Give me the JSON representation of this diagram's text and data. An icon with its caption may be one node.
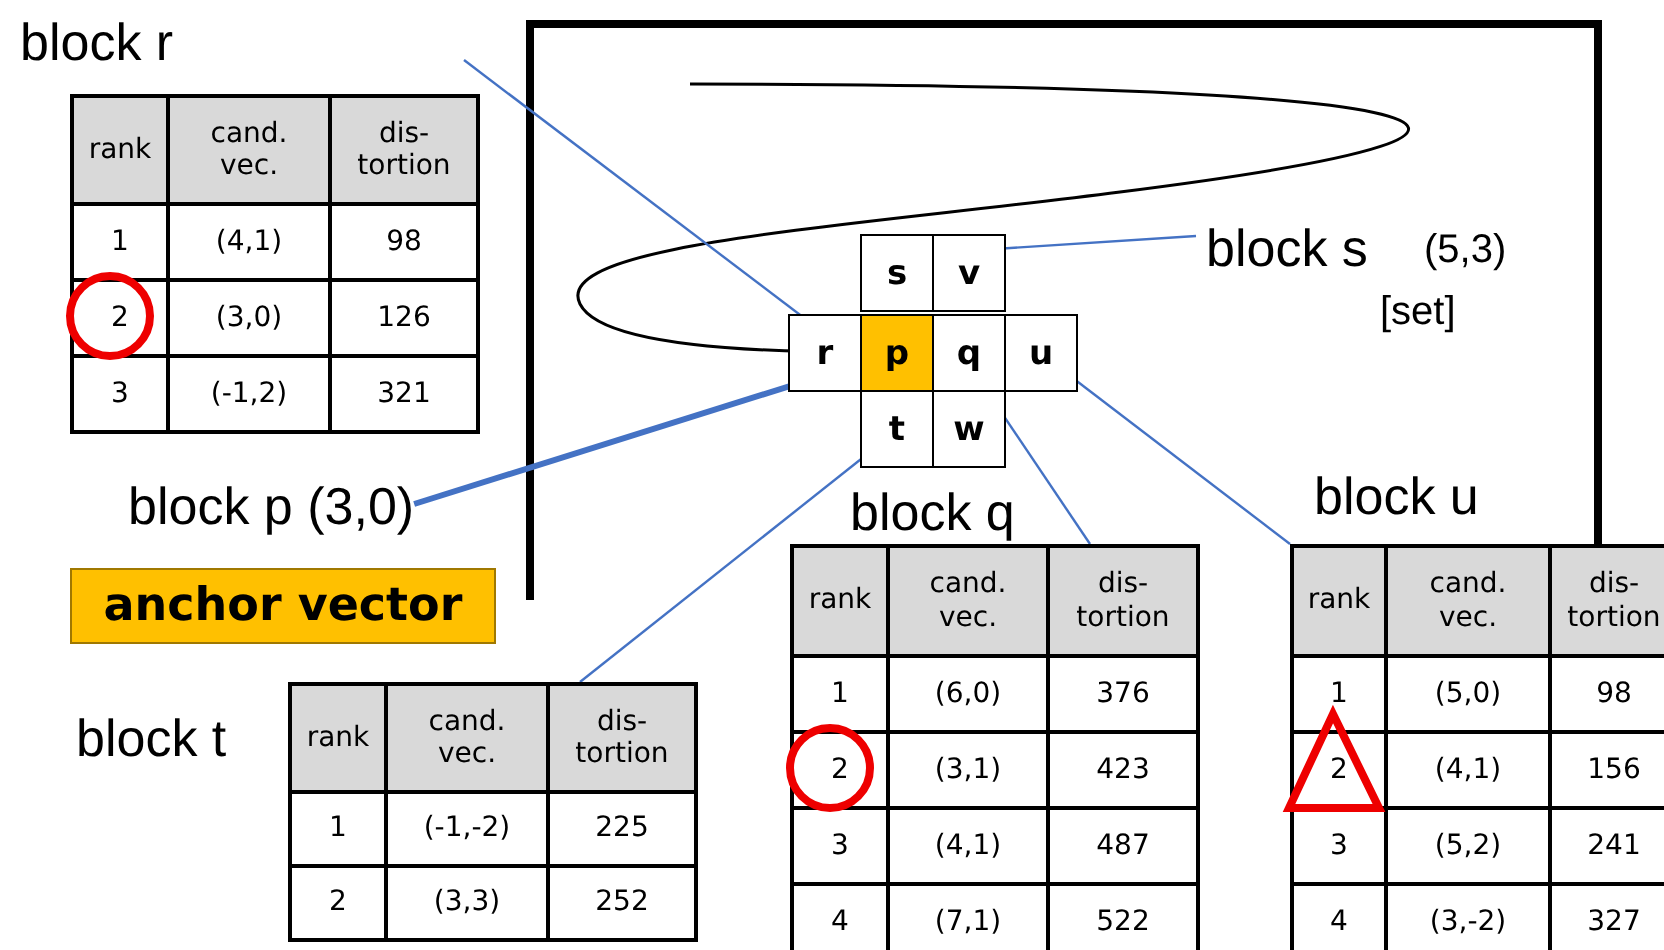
{
  "diagram": {
    "nodes": [
      {
        "text": [
          "s"
        ]
      },
      {
        "text": [
          "v"
        ]
      },
      {
        "text": [
          "r"
        ]
      },
      {
        "text": [
          "p"
        ]
      },
      {
        "text": [
          "q"
        ]
      },
      {
        "text": [
          "u"
        ]
      },
      {
        "text": [
          "t"
        ]
      },
      {
        "text": [
          "w"
        ]
      },
      {
        "text": [
          "block r",
          "rank",
          "cand. vec.",
          "dis- tortion",
          "1",
          "(4,1)",
          "98",
          "2",
          "(3,0)",
          "126",
          "3",
          "(-1,2)",
          "321"
        ]
      },
      {
        "text": [
          "block s"
        ],
        "beside": [
          "(5,3)",
          "[set]"
        ]
      },
      {
        "text": [
          "block p (3,0)"
        ]
      },
      {
        "text": [
          "anchor vector"
        ]
      },
      {
        "text": [
          "block t",
          "rank",
          "cand. vec.",
          "dis- tortion",
          "1",
          "(-1,-2)",
          "225",
          "2",
          "(3,3)",
          "252"
        ]
      },
      {
        "text": [
          "block q",
          "rank",
          "cand. vec.",
          "dis- tortion",
          "1",
          "(6,0)",
          "376",
          "2",
          "(3,1)",
          "423",
          "3",
          "(4,1)",
          "487",
          "4",
          "(7,1)",
          "522"
        ]
      },
      {
        "text": [
          "block u",
          "rank",
          "cand. vec.",
          "dis- tortion",
          "1",
          "(5,0)",
          "98",
          "2",
          "(4,1)",
          "156",
          "3",
          "(5,2)",
          "241",
          "4",
          "(3,-2)",
          "327"
        ]
      }
    ],
    "edges": [
      {
        "from": null,
        "to": 3,
        "arrow": "to",
        "color": "#000000"
      },
      {
        "from": 0,
        "to": 9,
        "arrow": "none",
        "color": "#4472c4"
      },
      {
        "from": 2,
        "to": 8,
        "arrow": "none",
        "color": "#4472c4"
      },
      {
        "from": 3,
        "to": 10,
        "arrow": "none",
        "style": "thick",
        "color": "#4472c4"
      },
      {
        "from": 4,
        "to": 13,
        "arrow": "none",
        "color": "#4472c4"
      },
      {
        "from": 5,
        "to": 14,
        "arrow": "none",
        "color": "#4472c4"
      },
      {
        "from": 6,
        "to": 12,
        "arrow": "none",
        "color": "#4472c4"
      }
    ]
  }
}
